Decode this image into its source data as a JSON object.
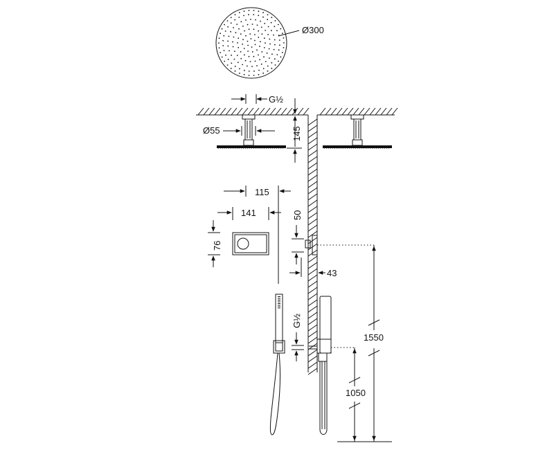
{
  "labels": {
    "head_diameter": "Ø300",
    "thread_top": "G½",
    "arm_diameter": "Ø55",
    "arm_length": "145",
    "width_115": "115",
    "width_141": "141",
    "height_76": "76",
    "depth_50": "50",
    "protrusion_43": "43",
    "thread_outlet": "G½",
    "height_1550": "1550",
    "height_1050": "1050"
  },
  "colors": {
    "line": "#111111",
    "background": "#ffffff"
  }
}
